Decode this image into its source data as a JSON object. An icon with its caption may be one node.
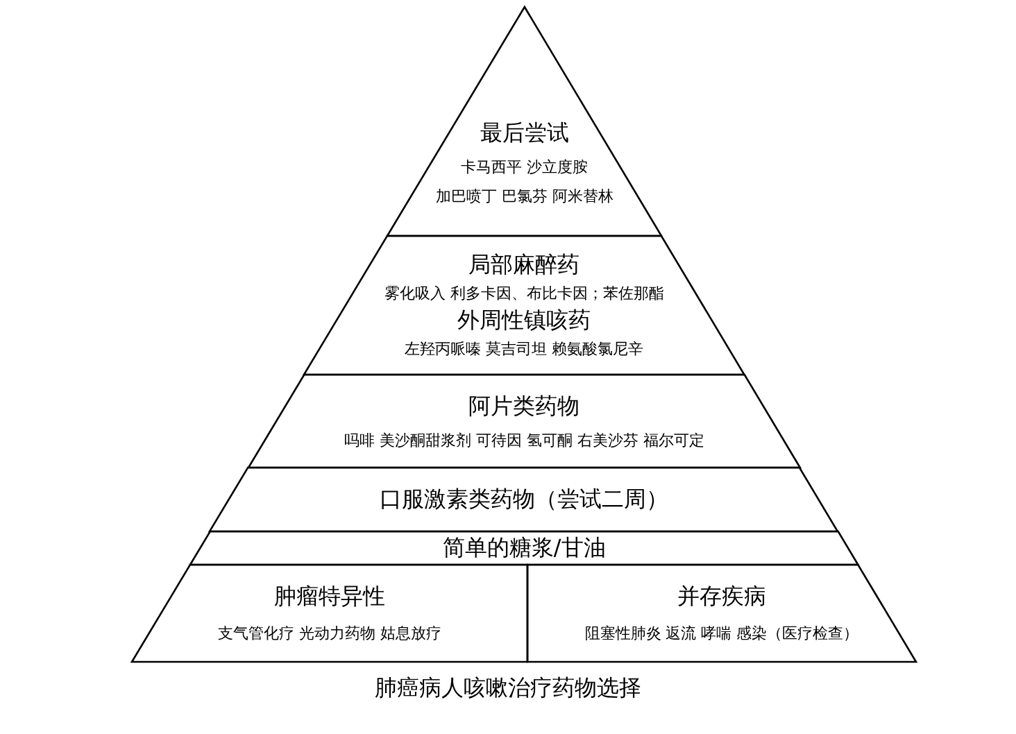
{
  "diagram": {
    "caption": "肺癌病人咳嗽治疗药物选择",
    "nodes": [
      {
        "text": [
          "最后尝试",
          "卡马西平 沙立度胺",
          "加巴喷丁 巴氯芬 阿米替林"
        ]
      },
      {
        "text": [
          "局部麻醉药",
          "雾化吸入 利多卡因、布比卡因；苯佐那酯",
          "外周性镇咳药",
          "左羟丙哌嗪 莫吉司坦 赖氨酸氯尼辛"
        ]
      },
      {
        "text": [
          "阿片类药物",
          "吗啡 美沙酮甜浆剂 可待因 氢可酮 右美沙芬 福尔可定"
        ]
      },
      {
        "text": [
          "口服激素类药物（尝试二周）"
        ]
      },
      {
        "text": [
          "简单的糖浆/甘油"
        ]
      },
      {
        "text": [
          "肿瘤特异性",
          "支气管化疗 光动力药物 姑息放疗"
        ]
      },
      {
        "text": [
          "并存疾病",
          "阻塞性肺炎 返流 哮喘 感染（医疗检查）"
        ]
      }
    ]
  }
}
